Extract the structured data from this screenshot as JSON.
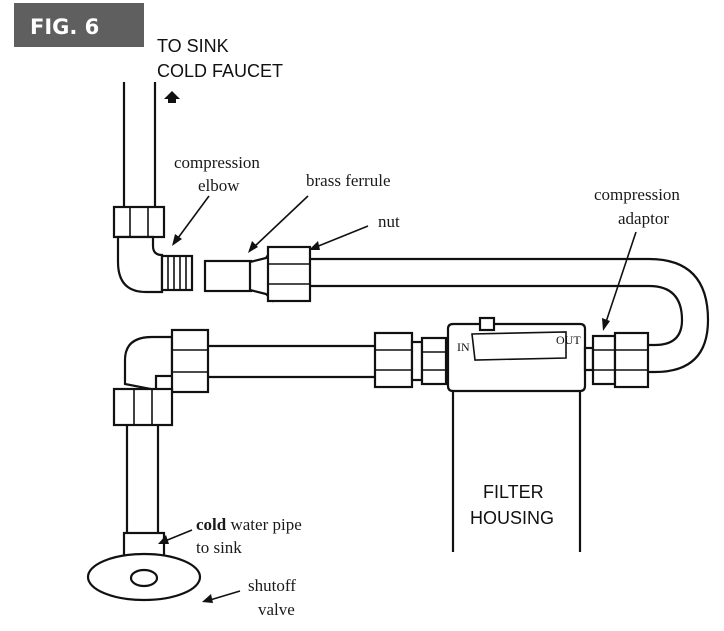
{
  "figure": {
    "tag": "FIG. 6",
    "top_label": [
      "TO SINK",
      "COLD FAUCET"
    ]
  },
  "labels": {
    "compression_elbow": [
      "compression",
      "elbow"
    ],
    "brass_ferrule": "brass ferrule",
    "nut": "nut",
    "compression_adaptor": [
      "compression",
      "adaptor"
    ],
    "filter_housing": [
      "FILTER",
      "HOUSING"
    ],
    "filter_in": "IN",
    "filter_out": "OUT",
    "cold_water_pipe": {
      "bold": "cold",
      "rest": " water pipe",
      "line2": "to sink"
    },
    "shutoff_valve": [
      "shutoff",
      "valve"
    ]
  },
  "colors": {
    "tag_bg": "#606060",
    "ink": "#111111",
    "paper": "#ffffff"
  }
}
